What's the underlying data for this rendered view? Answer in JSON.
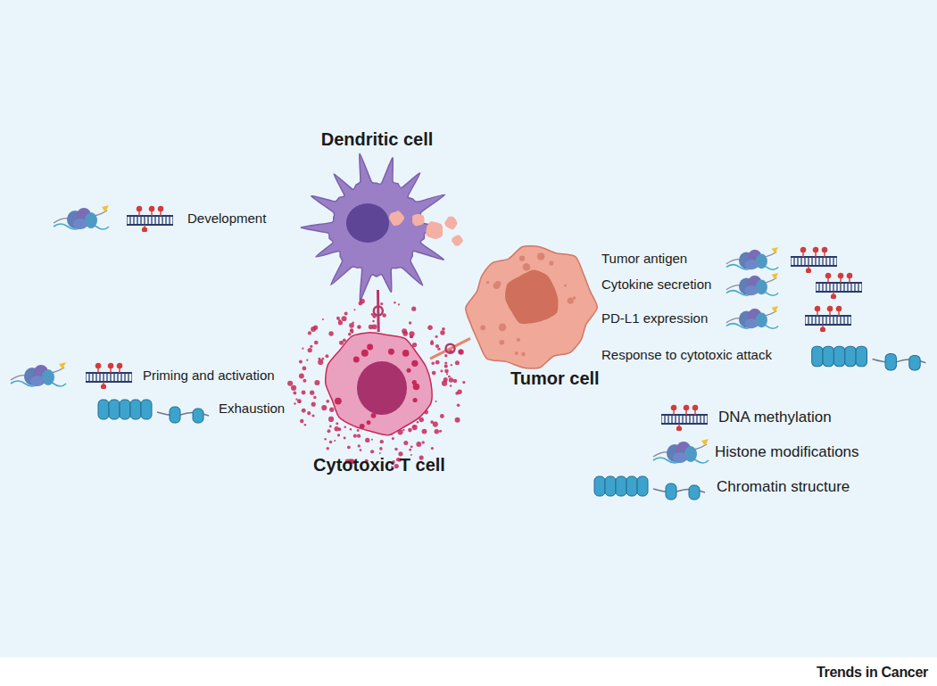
{
  "diagram": {
    "nodes": [
      {
        "text": [
          "Dendritic cell"
        ]
      },
      {
        "text": [
          "Cytotoxic T cell"
        ]
      },
      {
        "text": [
          "Tumor cell"
        ]
      }
    ],
    "edges": [
      {
        "from": 0,
        "to": 1,
        "arrow": "none"
      },
      {
        "from": 1,
        "to": 2,
        "arrow": "none"
      }
    ],
    "labels": [
      "Development",
      "Tumor antigen",
      "Cytokine secretion",
      "PD-L1 expression",
      "Response to cytotoxic attack",
      "Priming and activation",
      "Exhaustion",
      "Trends in Cancer"
    ],
    "legend": [
      {
        "text": "DNA methylation"
      },
      {
        "text": "Histone modifications"
      },
      {
        "text": "Chromatin structure"
      }
    ]
  }
}
